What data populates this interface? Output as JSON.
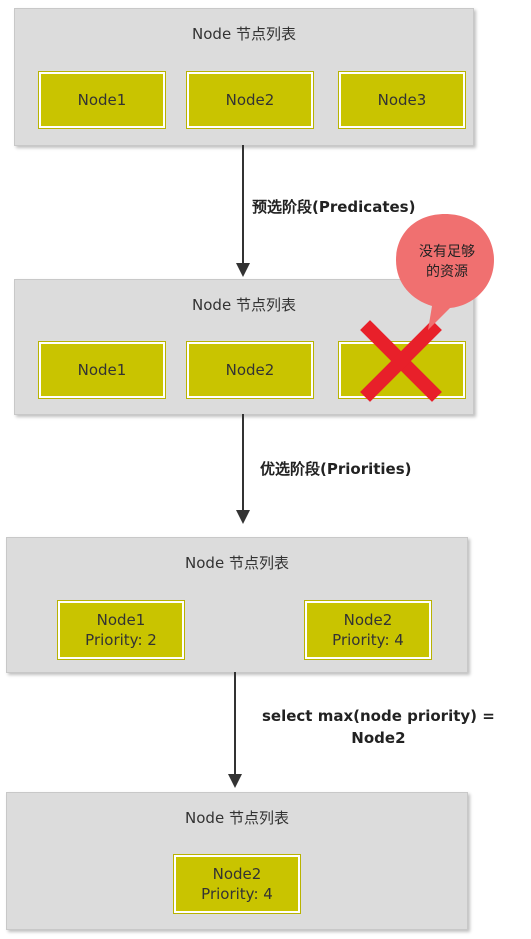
{
  "panel_title": "Node 节点列表",
  "panel1": {
    "nodes": [
      "Node1",
      "Node2",
      "Node3"
    ]
  },
  "stage1_label": "预选阶段(Predicates)",
  "panel2": {
    "nodes": [
      "Node1",
      "Node2"
    ]
  },
  "bubble_text_line1": "没有足够",
  "bubble_text_line2": "的资源",
  "stage2_label": "优选阶段(Priorities)",
  "panel3": {
    "nodes": [
      {
        "name": "Node1",
        "priority": "Priority: 2"
      },
      {
        "name": "Node2",
        "priority": "Priority: 4"
      }
    ]
  },
  "stage3_label_line1": "select max(node priority) =",
  "stage3_label_line2": "Node2",
  "panel4": {
    "node": {
      "name": "Node2",
      "priority": "Priority: 4"
    }
  },
  "colors": {
    "node_fill": "#c9c400",
    "panel_fill": "#dcdcdc",
    "reject_x": "#e8202a",
    "bubble": "#f07070"
  },
  "icons": [
    "reject-x-icon",
    "speech-bubble"
  ]
}
